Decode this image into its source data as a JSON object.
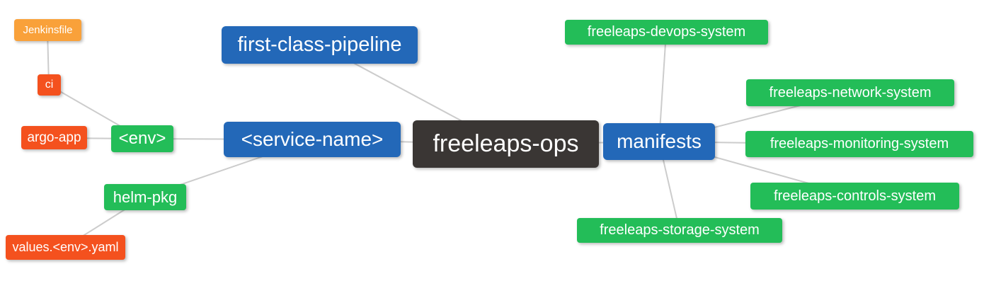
{
  "diagram": {
    "root_label": "freeleaps-ops",
    "palette": {
      "root_dark": "#3a3634",
      "branch_blue": "#2368b8",
      "leaf_green": "#23bd58",
      "leaf_red": "#f4511e",
      "leaf_orange": "#f9a13a",
      "edge_gray": "#cccccc",
      "text": "#ffffff",
      "background": "#ffffff"
    },
    "nodes": {
      "jenkinsfile": {
        "label": "Jenkinsfile",
        "color": "#f9a13a"
      },
      "ci": {
        "label": "ci",
        "color": "#f4511e"
      },
      "argo_app": {
        "label": "argo-app",
        "color": "#f4511e"
      },
      "env": {
        "label": "<env>",
        "color": "#23bd58"
      },
      "first_class_pipeline": {
        "label": "first-class-pipeline",
        "color": "#2368b8"
      },
      "service_name": {
        "label": "<service-name>",
        "color": "#2368b8"
      },
      "freeleaps_ops": {
        "label": "freeleaps-ops",
        "color": "#3a3634"
      },
      "manifests": {
        "label": "manifests",
        "color": "#2368b8"
      },
      "helm_pkg": {
        "label": "helm-pkg",
        "color": "#23bd58"
      },
      "values_env_yaml": {
        "label": "values.<env>.yaml",
        "color": "#f4511e"
      },
      "freeleaps_devops_system": {
        "label": "freeleaps-devops-system",
        "color": "#23bd58"
      },
      "freeleaps_network_system": {
        "label": "freeleaps-network-system",
        "color": "#23bd58"
      },
      "freeleaps_monitoring_system": {
        "label": "freeleaps-monitoring-system",
        "color": "#23bd58"
      },
      "freeleaps_controls_system": {
        "label": "freeleaps-controls-system",
        "color": "#23bd58"
      },
      "freeleaps_storage_system": {
        "label": "freeleaps-storage-system",
        "color": "#23bd58"
      }
    },
    "edges": [
      [
        "jenkinsfile",
        "ci"
      ],
      [
        "ci",
        "env"
      ],
      [
        "argo_app",
        "env"
      ],
      [
        "env",
        "service_name"
      ],
      [
        "first_class_pipeline",
        "freeleaps_ops"
      ],
      [
        "service_name",
        "freeleaps_ops"
      ],
      [
        "helm_pkg",
        "service_name"
      ],
      [
        "values_env_yaml",
        "helm_pkg"
      ],
      [
        "freeleaps_ops",
        "manifests"
      ],
      [
        "manifests",
        "freeleaps_devops_system"
      ],
      [
        "manifests",
        "freeleaps_network_system"
      ],
      [
        "manifests",
        "freeleaps_monitoring_system"
      ],
      [
        "manifests",
        "freeleaps_controls_system"
      ],
      [
        "manifests",
        "freeleaps_storage_system"
      ]
    ]
  }
}
